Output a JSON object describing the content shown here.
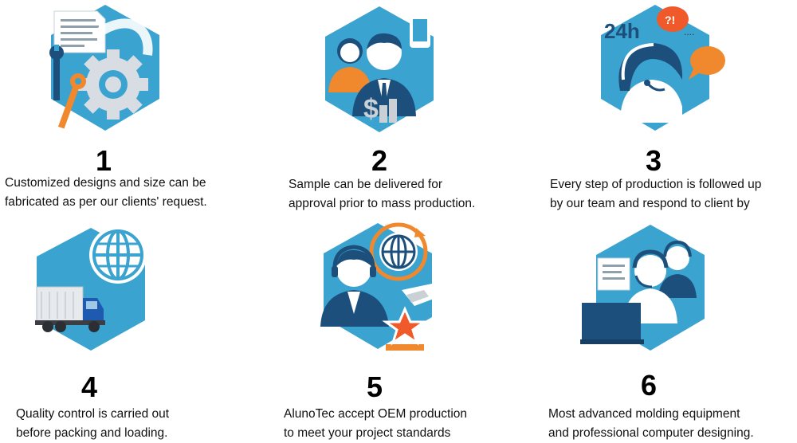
{
  "steps": [
    {
      "number": "1",
      "lines": [
        "Customized designs and size can be",
        "fabricated as per our clients' request."
      ]
    },
    {
      "number": "2",
      "lines": [
        "Sample can be delivered for",
        "approval prior to mass production."
      ]
    },
    {
      "number": "3",
      "lines": [
        "Every step of production is followed up",
        "by our team and respond to client by"
      ],
      "badge": "24h",
      "bubble": "?!"
    },
    {
      "number": "4",
      "lines": [
        "Quality control is carried out",
        "before packing and loading."
      ]
    },
    {
      "number": "5",
      "lines": [
        "AlunoTec accept OEM production",
        "to meet your project standards"
      ]
    },
    {
      "number": "6",
      "lines": [
        "Most advanced molding equipment",
        "and professional computer designing."
      ]
    }
  ],
  "colors": {
    "hex_fill": "#3aa3cf",
    "dark_blue": "#1c4f7c",
    "orange": "#f0892d",
    "red_orange": "#f0592a",
    "gray": "#9aa1a8"
  },
  "icons": [
    "wrench-gear-drawing-icon",
    "business-people-money-icon",
    "support-headset-icon",
    "globe-truck-icon",
    "oem-handshake-globe-star-icon",
    "call-center-computer-icon"
  ]
}
